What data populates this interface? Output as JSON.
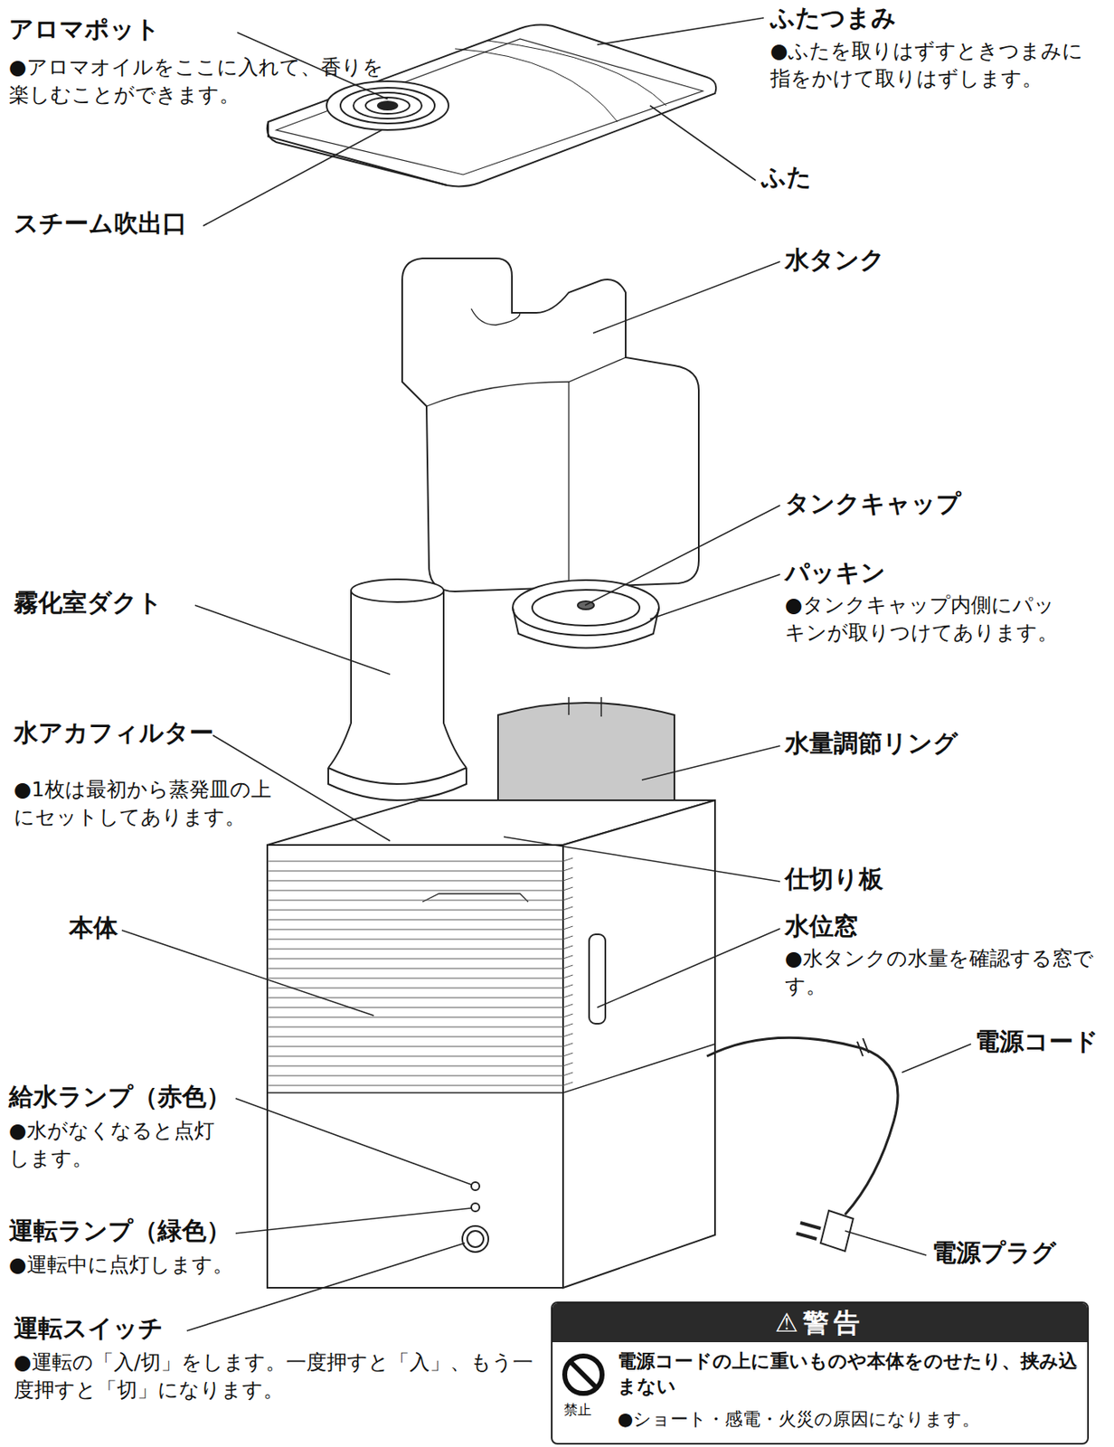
{
  "diagram": {
    "nodes": [
      {
        "text": [
          "⚠警告",
          "電源コードの上に重いものや本体をのせたり、挟み込まない",
          "禁止",
          "●ショート・感電・火災の原因になります。"
        ]
      }
    ],
    "labels": [
      "アロマポット",
      "●アロマオイルをここに入れて、香りを楽しむことができます。",
      "スチーム吹出口",
      "ふたつまみ",
      "●ふたを取りはずすときつまみに指をかけて取りはずします。",
      "ふた",
      "水タンク",
      "タンクキャップ",
      "パッキン",
      "●タンクキャップ内側にパッキンが取りつけてあります。",
      "霧化室ダクト",
      "水アカフィルター",
      "●1枚は最初から蒸発皿の上にセットしてあります。",
      "水量調節リング",
      "仕切り板",
      "本体",
      "水位窓",
      "●水タンクの水量を確認する窓です。",
      "電源コード",
      "給水ランプ（赤色）",
      "●水がなくなると点灯します。",
      "運転ランプ（緑色）",
      "●運転中に点灯します。",
      "電源プラグ",
      "運転スイッチ",
      "●運転の「入/切」をします。一度押すと「入」、もう一度押すと「切」になります。"
    ]
  }
}
